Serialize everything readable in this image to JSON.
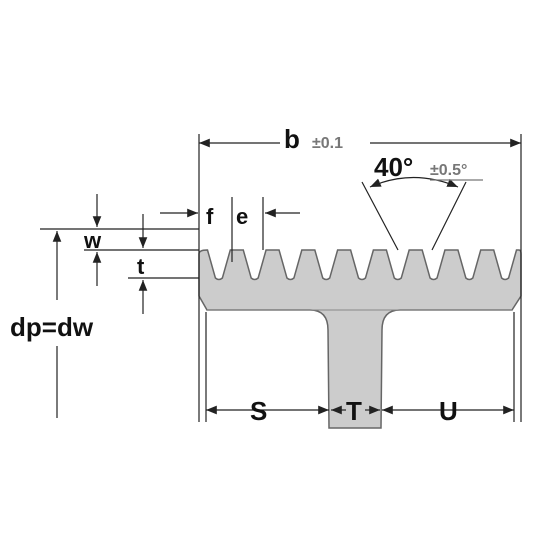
{
  "diagram": {
    "labels": {
      "b": "b",
      "b_tol": "±0.1",
      "angle": "40°",
      "angle_tol": "±0.5°",
      "f": "f",
      "e": "e",
      "w": "w",
      "t": "t",
      "dp": "dp=dw",
      "S": "S",
      "T": "T",
      "U": "U"
    },
    "colors": {
      "profile_fill": "#cccccc",
      "profile_stroke": "#666666",
      "line": "#222222",
      "tolerance_text": "#777777"
    },
    "teeth_count": 9
  }
}
